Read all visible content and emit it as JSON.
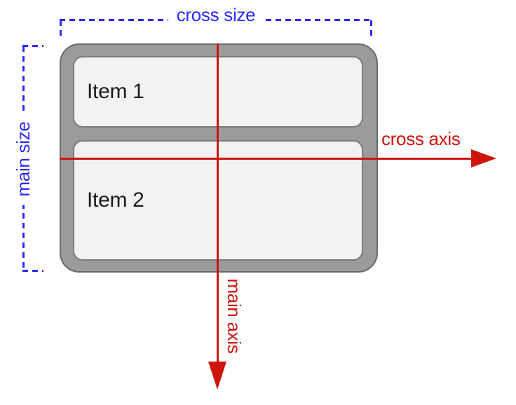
{
  "diagram": {
    "type": "flexbox-column-axes",
    "container": {
      "items": [
        {
          "label": "Item 1"
        },
        {
          "label": "Item 2"
        }
      ]
    },
    "labels": {
      "cross_size": "cross size",
      "main_size": "main size",
      "cross_axis": "cross axis",
      "main_axis": "main axis"
    }
  },
  "colors": {
    "measure_blue": "#2b2bff",
    "axis_red": "#cd140d",
    "container_fill": "#9b9b9b",
    "container_stroke": "#6a6a6a",
    "item_fill": "#f2f2f2",
    "item_stroke": "#7b7b7b",
    "item_text": "#1c1c1c",
    "page_bg": "#ffffff"
  }
}
